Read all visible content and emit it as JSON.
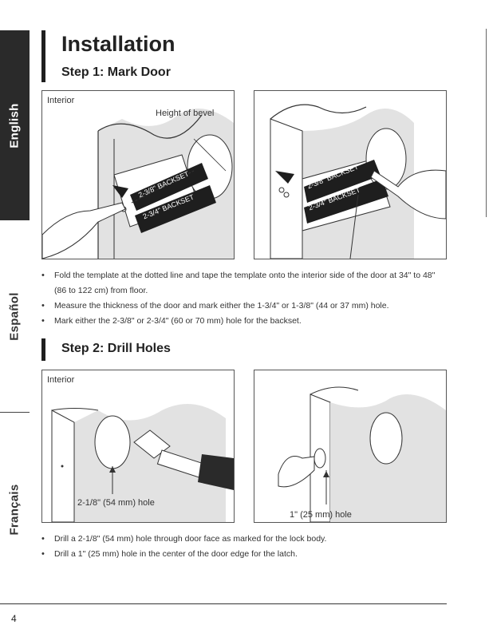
{
  "sidebar": {
    "tabs": [
      {
        "label": "English",
        "active": true
      },
      {
        "label": "Español",
        "active": false
      },
      {
        "label": "Français",
        "active": false
      }
    ]
  },
  "page": {
    "title": "Installation",
    "number": "4"
  },
  "step1": {
    "heading": "Step 1: Mark Door",
    "panel_left": {
      "label_interior": "Interior",
      "label_bevel": "Height of bevel",
      "backset_small": "2-3/8\" BACKSET",
      "backset_large": "2-3/4\" BACKSET"
    },
    "panel_right": {
      "backset_small": "2-3/8\" BACKSET",
      "backset_large": "2-3/4\" BACKSET"
    },
    "bullets": [
      "Fold the template at the dotted line and tape the template onto the interior side of the door at 34\" to 48\" (86 to 122 cm) from floor.",
      "Measure the thickness of the door and mark either the 1-3/4\" or 1-3/8\" (44 or 37 mm) hole.",
      "Mark either the 2-3/8\" or 2-3/4\" (60 or 70 mm) hole for the backset."
    ]
  },
  "step2": {
    "heading": "Step 2: Drill Holes",
    "panel_left": {
      "label_interior": "Interior",
      "label_hole": "2-1/8\" (54 mm) hole"
    },
    "panel_right": {
      "label_hole": "1\" (25 mm) hole"
    },
    "bullets": [
      "Drill a 2-1/8\" (54 mm) hole through door face as marked for the lock body.",
      "Drill a 1\" (25 mm) hole in the center of the door edge for the latch."
    ]
  },
  "colors": {
    "tab_active_bg": "#2a2a2a",
    "door_shade": "#e2e2e2",
    "line": "#333333"
  }
}
